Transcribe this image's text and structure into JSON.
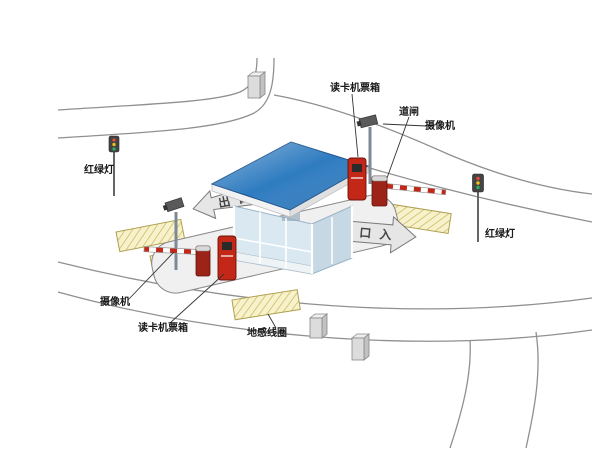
{
  "diagram": {
    "labels": {
      "card_reader_top": "读卡机票箱",
      "barrier_gate": "道闸",
      "camera_right": "摄像机",
      "traffic_light_left": "红绿灯",
      "camera_left": "摄像机",
      "card_reader_bottom": "读卡机票箱",
      "ground_coil": "地感线圈",
      "traffic_light_right": "红绿灯",
      "exit_arrow": "出 口",
      "entrance_arrow": "口 入"
    },
    "colors": {
      "roof_blue": "#2e7bc0",
      "reader_red": "#c22718",
      "barrier_red": "#9c2318",
      "coil_yellow": "#f7f2cc",
      "coil_hatch": "#cdbb66",
      "glass_blue": "#d9e8f1",
      "arrow_gray": "#e6e6e6"
    }
  }
}
